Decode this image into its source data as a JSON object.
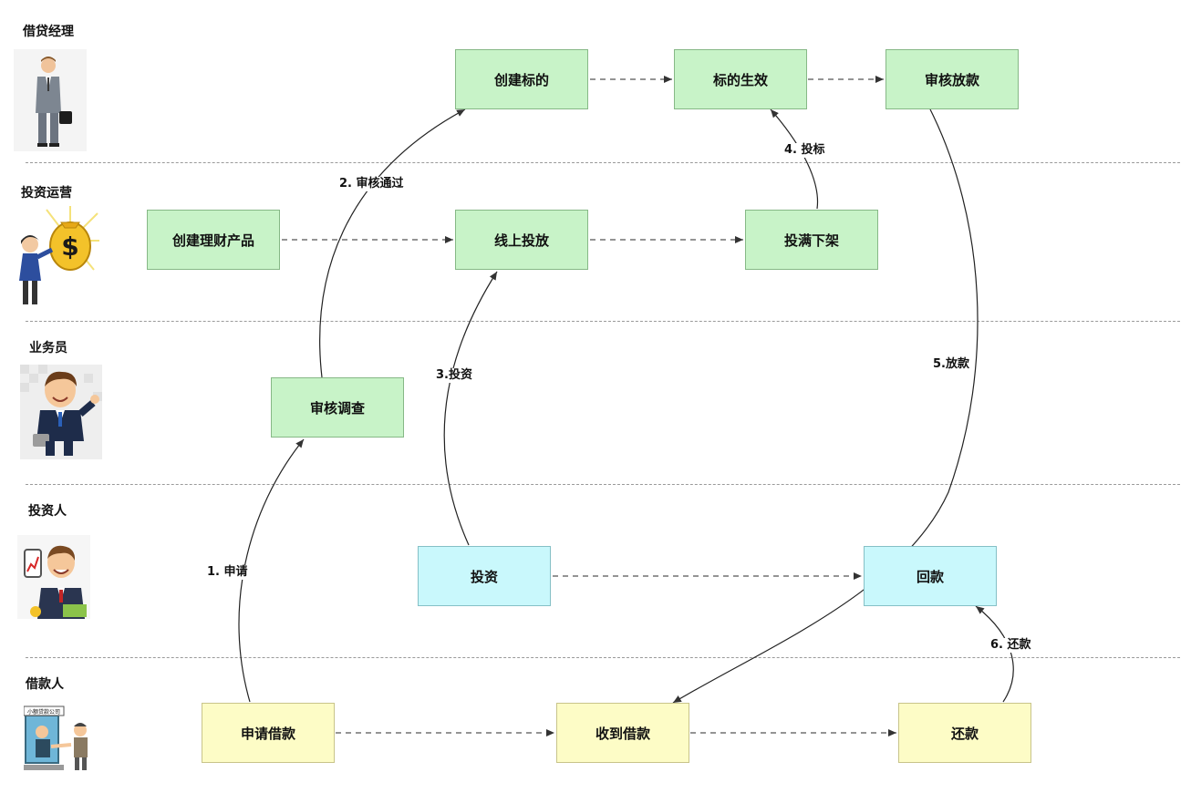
{
  "lanes": [
    {
      "label": "借贷经理"
    },
    {
      "label": "投资运营"
    },
    {
      "label": "业务员"
    },
    {
      "label": "投资人"
    },
    {
      "label": "借款人"
    }
  ],
  "nodes": {
    "create_target": "创建标的",
    "target_effective": "标的生效",
    "review_disburse": "审核放款",
    "create_product": "创建理财产品",
    "online_launch": "线上投放",
    "full_delist": "投满下架",
    "review_investigate": "审核调查",
    "invest": "投资",
    "payment_back": "回款",
    "apply_loan": "申请借款",
    "receive_loan": "收到借款",
    "repay": "还款"
  },
  "edge_labels": {
    "apply": "1. 申请",
    "review_pass": "2. 审核通过",
    "invest_flow": "3.投资",
    "bid": "4. 投标",
    "disburse": "5.放款",
    "repay_flow": "6. 还款"
  },
  "sign_text": "小额贷款公司",
  "colors": {
    "manager_node": "#c8f3c8",
    "investor_node": "#c9f8fc",
    "borrower_node": "#fdfcc6",
    "divider": "#9a9a9a",
    "arrow": "#333333"
  },
  "icons": [
    "loan-manager-avatar",
    "investment-operator-avatar",
    "salesperson-avatar",
    "investor-avatar",
    "borrower-avatar"
  ]
}
